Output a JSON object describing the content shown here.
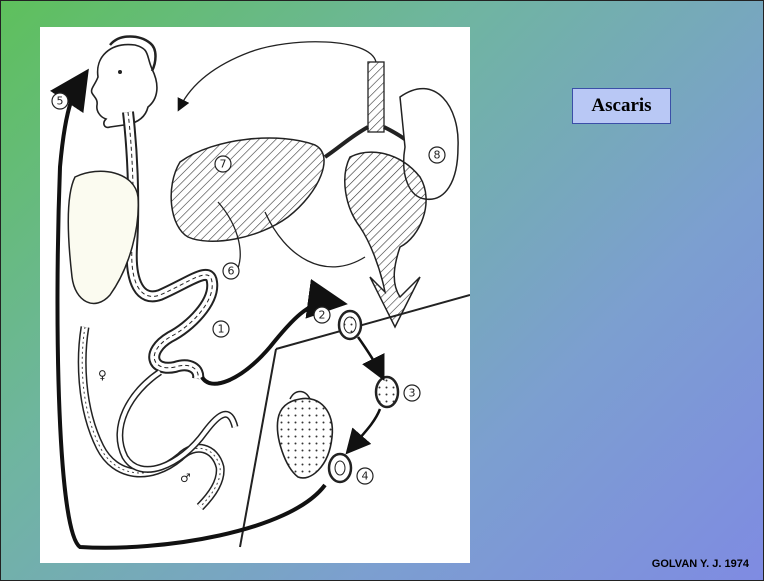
{
  "slide": {
    "title": "Ascaris",
    "credit": "GOLVAN Y. J. 1974"
  },
  "figure": {
    "stage_labels": [
      "1",
      "2",
      "3",
      "4",
      "5",
      "6",
      "7",
      "8"
    ],
    "female_symbol": "♀",
    "male_symbol": "♂"
  },
  "colors": {
    "background_start": "#5ec05c",
    "background_end": "#7f8be2",
    "title_box_fill": "#b9c8f5",
    "title_box_border": "#3b4fa8"
  }
}
